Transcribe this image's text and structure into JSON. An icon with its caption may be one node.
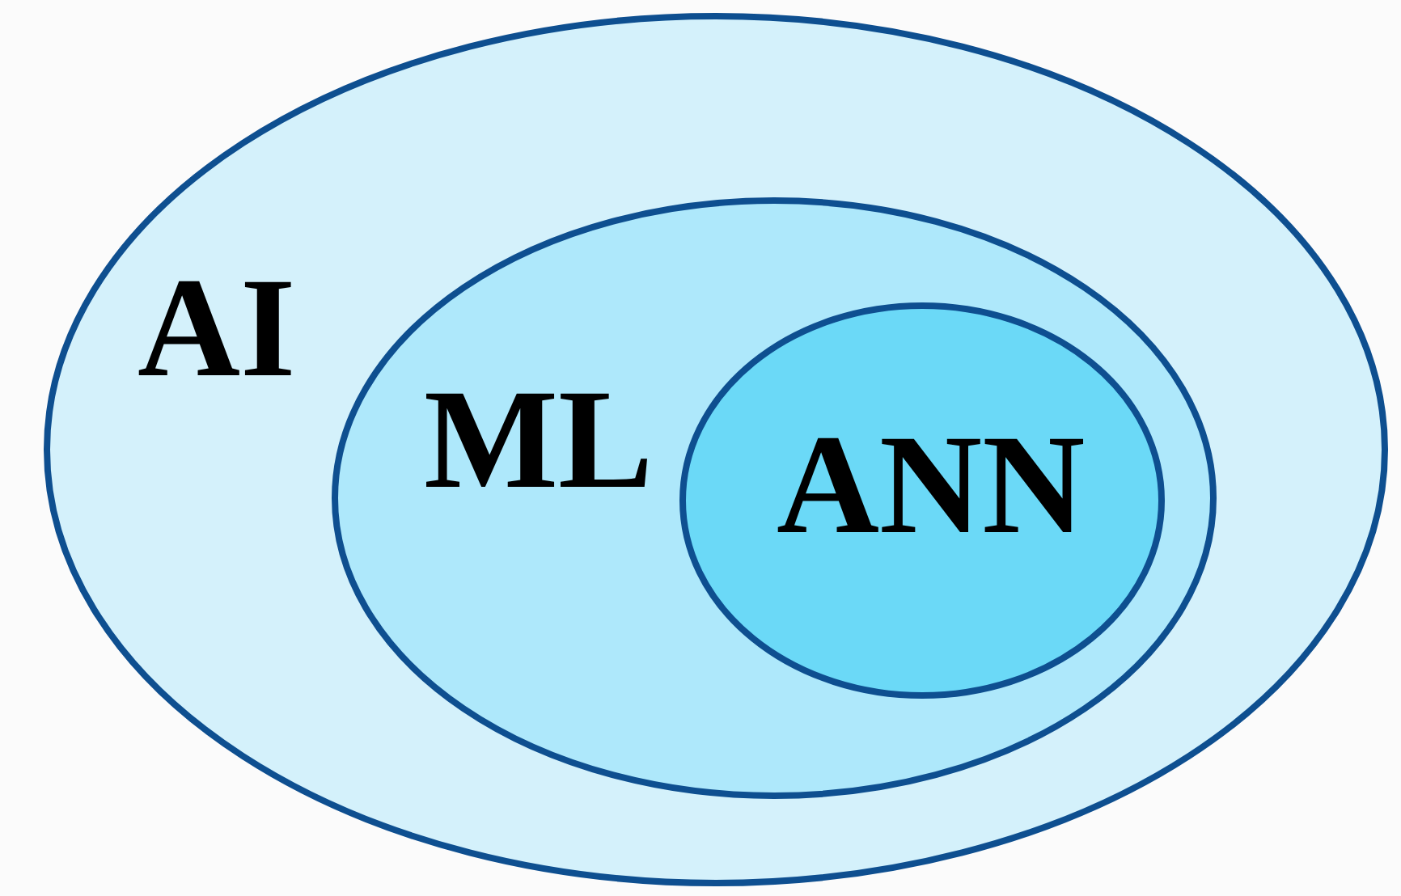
{
  "diagram": {
    "nodes": [
      {
        "text": [
          "AI"
        ]
      },
      {
        "text": [
          "ML"
        ],
        "in": 0
      },
      {
        "text": [
          "ANN"
        ],
        "in": 1
      }
    ]
  }
}
